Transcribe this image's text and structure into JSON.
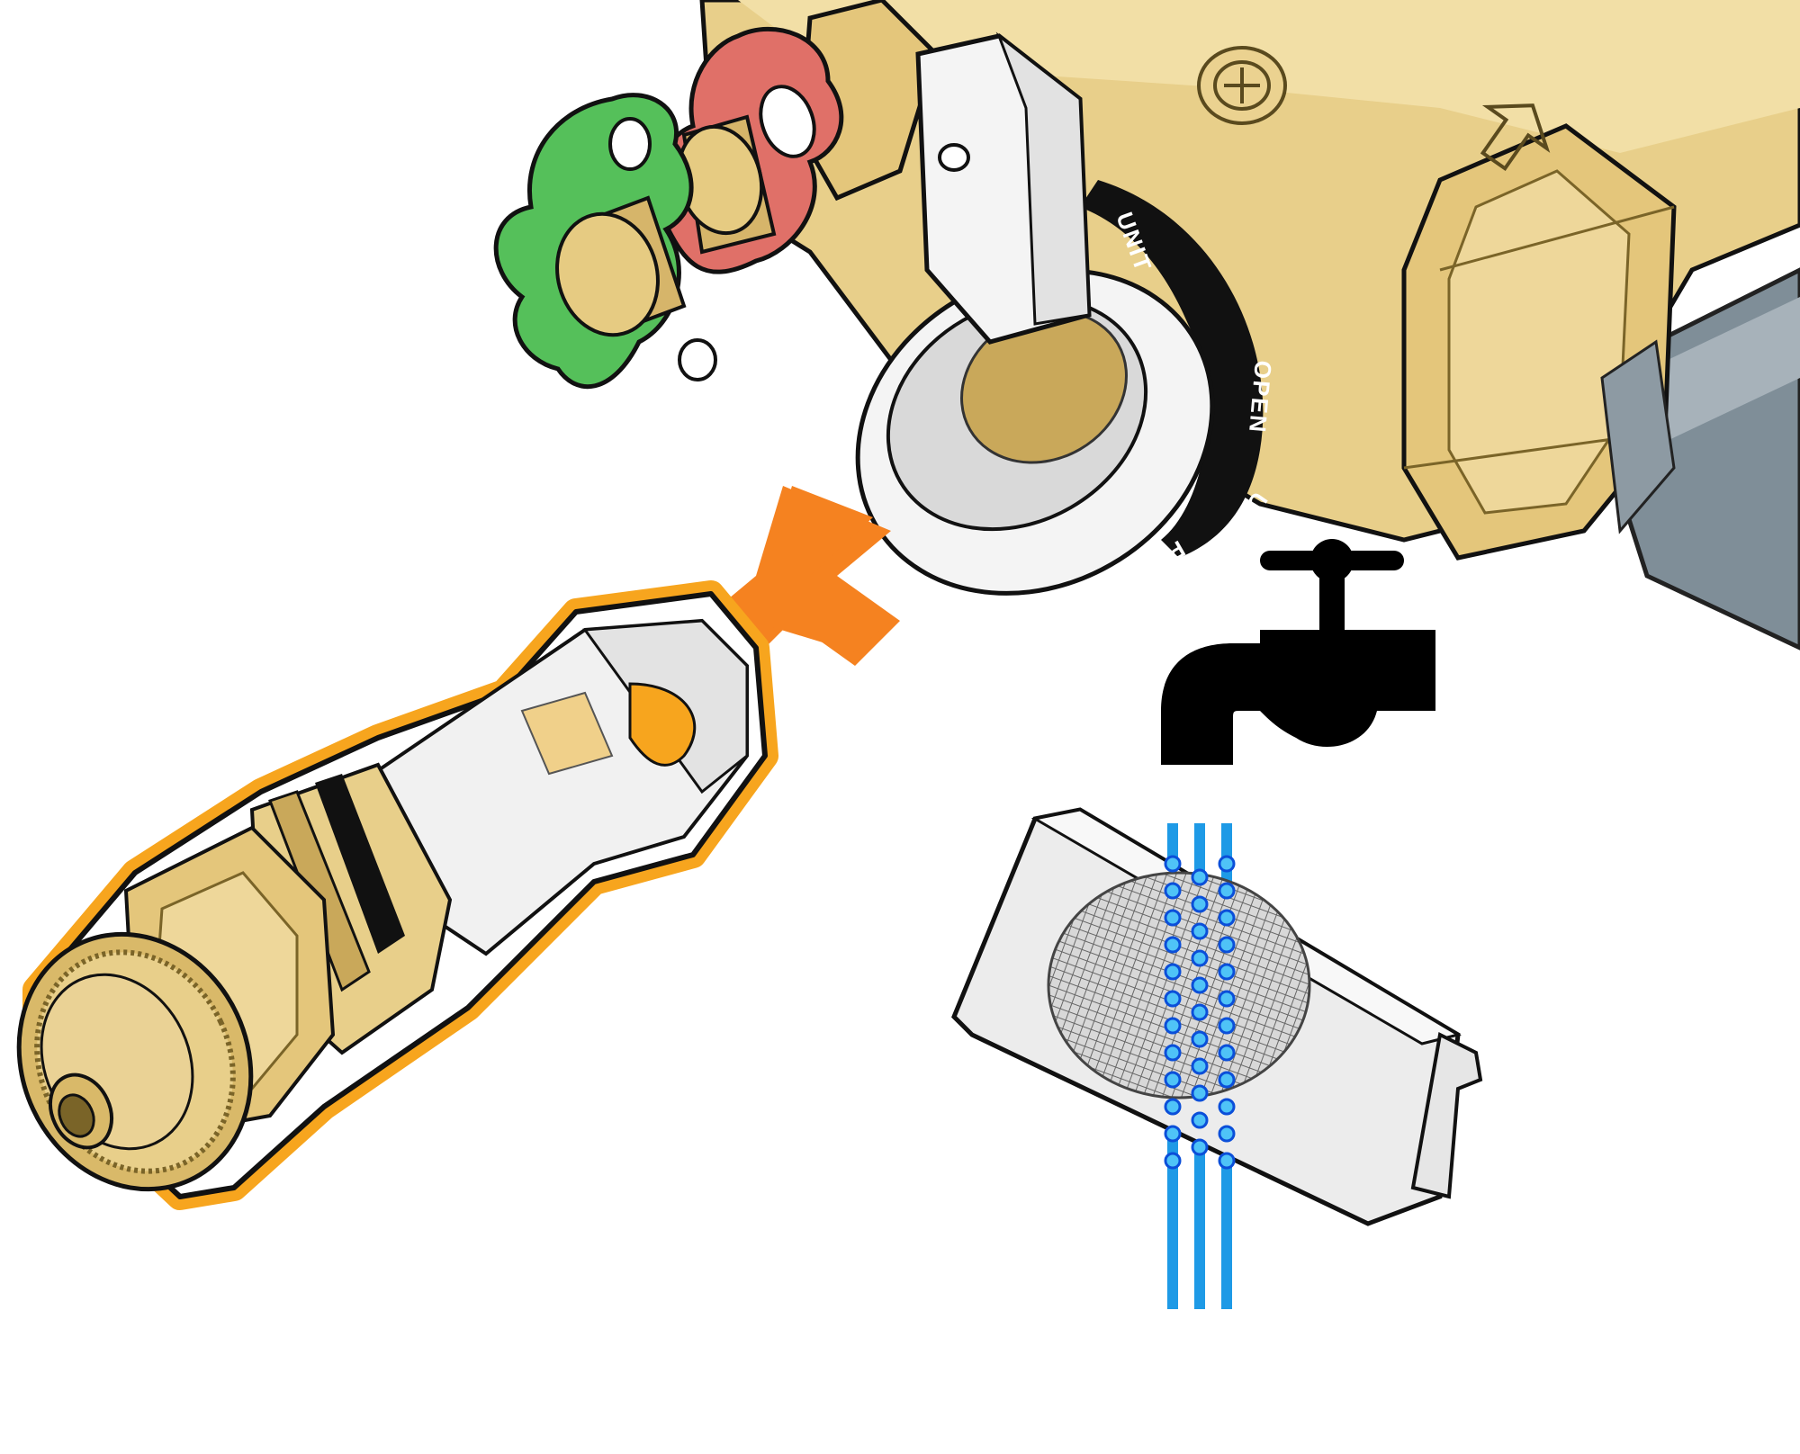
{
  "diagram": {
    "kind": "filter-cleaning-instruction",
    "dial_markings": {
      "label_unit_top": "UNIT",
      "label_open": "OPEN",
      "label_unit_bottom": "UNIT",
      "label_bypass_partial": "PASS"
    },
    "flow_direction_mark": "arrow",
    "logo_mark": "circled-symbol",
    "colors": {
      "brass": "#E8CF8A",
      "brass_shadow": "#C9A85A",
      "brass_dark": "#A88A3C",
      "pipe_gray": "#8D9AA3",
      "handle_white": "#F4F4F4",
      "cap_green": "#55C05A",
      "cap_red": "#E07068",
      "arrow_orange": "#F58220",
      "highlight_orange": "#F7A51E",
      "water_blue": "#1E9AE6",
      "tap_black": "#000000"
    },
    "icons": [
      "remove-arrow-icon",
      "water-tap-icon",
      "water-stream-icon"
    ]
  }
}
